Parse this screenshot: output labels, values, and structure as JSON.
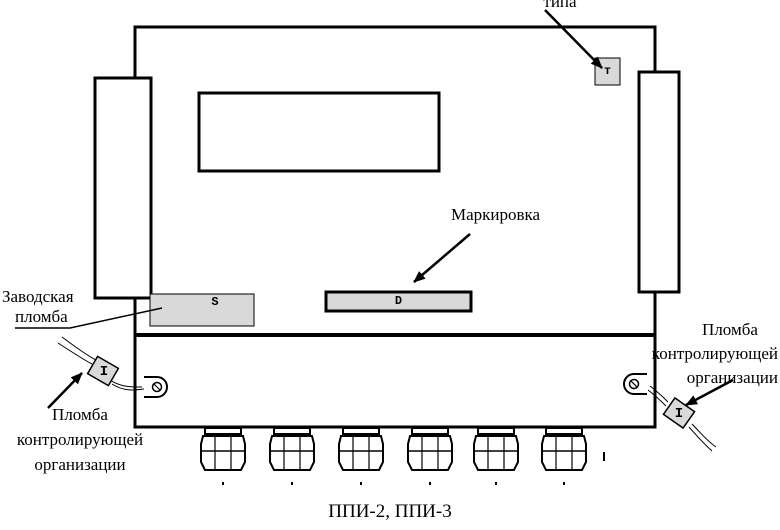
{
  "labels": {
    "type_plate_top": "типа",
    "type_plate_letter": "т",
    "marking": "Маркировка",
    "marking_letter": "D",
    "factory_seal_line1": "Заводская",
    "factory_seal_line2": "пломба",
    "factory_seal_letter": "S",
    "seal_right_line1": "Пломба",
    "seal_right_line2": "контролирующей",
    "seal_right_line3": "организации",
    "seal_left_line1": "Пломба",
    "seal_left_line2": "контролирующей",
    "seal_left_line3": "организации",
    "seal_letter": "I",
    "caption": "ППИ-2, ППИ-3"
  },
  "colors": {
    "outline": "#000000",
    "plate_fill": "#d9d9d9",
    "background": "#ffffff"
  }
}
